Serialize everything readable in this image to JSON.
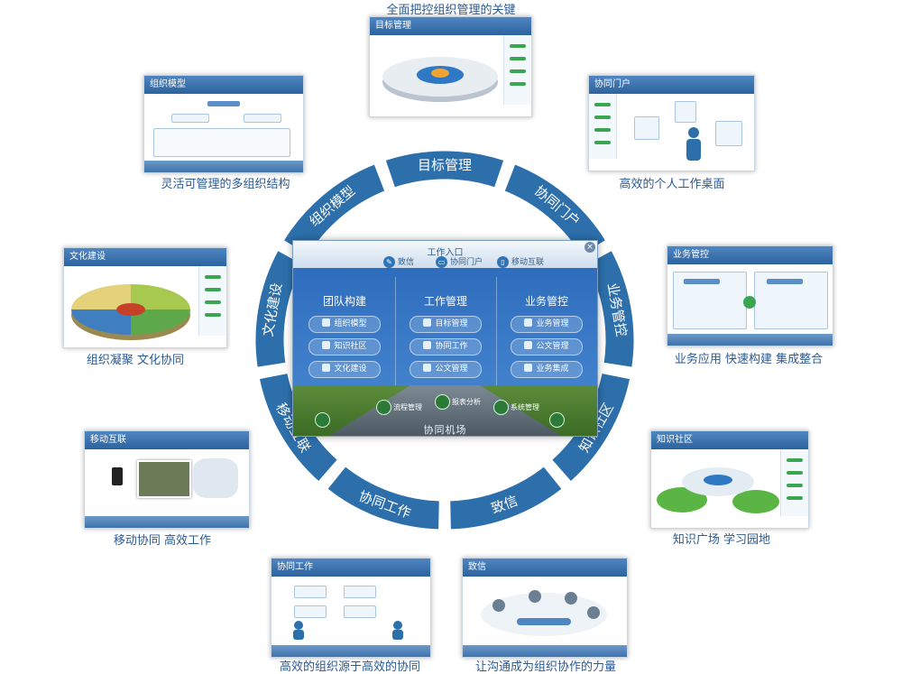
{
  "ring": {
    "segments": [
      {
        "label": "目标管理",
        "color": "#2d6fab"
      },
      {
        "label": "协同门户",
        "color": "#2d6fab"
      },
      {
        "label": "业务管控",
        "color": "#2d6fab"
      },
      {
        "label": "知识社区",
        "color": "#2d6fab"
      },
      {
        "label": "致信",
        "color": "#2d6fab"
      },
      {
        "label": "协同工作",
        "color": "#2d6fab"
      },
      {
        "label": "移动互联",
        "color": "#2d6fab"
      },
      {
        "label": "文化建设",
        "color": "#2d6fab"
      },
      {
        "label": "组织模型",
        "color": "#2d6fab"
      }
    ]
  },
  "captions": {
    "top": "全面把控组织管理的关键",
    "top_right": "高效的个人工作桌面",
    "right": "业务应用 快速构建 集成整合",
    "lower_right": "知识广场   学习园地",
    "bottom_right": "让沟通成为组织协作的力量",
    "bottom_left": "高效的组织源于高效的协同",
    "lower_left": "移动协同   高效工作",
    "left": "组织凝聚   文化协同",
    "top_left": "灵活可管理的多组织结构"
  },
  "thumbs": {
    "target": "目标管理",
    "portal": "协同门户",
    "business": "业务管控",
    "knowledge": "知识社区",
    "zhixin": "致信",
    "collab": "协同工作",
    "mobile": "移动互联",
    "culture": "文化建设",
    "org": "组织模型"
  },
  "center": {
    "title": "工作入口",
    "portal_items": [
      "致信",
      "协同门户",
      "移动互联"
    ],
    "columns": [
      {
        "heading": "团队构建",
        "buttons": [
          "组织模型",
          "知识社区",
          "文化建设"
        ]
      },
      {
        "heading": "工作管理",
        "buttons": [
          "目标管理",
          "协同工作",
          "公文管理"
        ]
      },
      {
        "heading": "业务管控",
        "buttons": [
          "业务管理",
          "公文管理",
          "业务集成"
        ]
      }
    ],
    "runway_items": [
      "流程管理",
      "报表分析",
      "系统管理"
    ],
    "runway_label": "协同机场"
  }
}
